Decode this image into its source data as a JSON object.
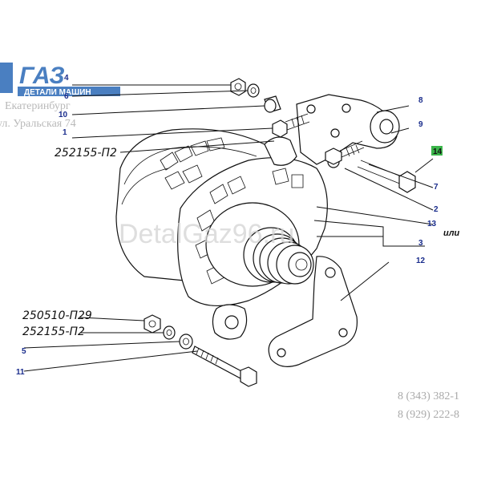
{
  "logo": {
    "brand": "ГАЗ",
    "tagline": "ДЕТАЛИ МАШИН",
    "color": "#4a7fc1"
  },
  "watermark": {
    "city": "Екатеринбург",
    "street": "ул. Уральская 74",
    "site": "DetalGaz96.ru",
    "phone1": "8 (343) 382-1",
    "phone2": "8 (929) 222-8"
  },
  "callouts": {
    "n4": "4",
    "n6": "6",
    "n10": "10",
    "n1": "1",
    "n8": "8",
    "n9": "9",
    "n14": "14",
    "n7": "7",
    "n2": "2",
    "n13": "13",
    "n3": "3",
    "n12": "12",
    "n5": "5",
    "n11": "11"
  },
  "codes": {
    "washer_top": "252155-П2",
    "nut_bottom": "250510-П29",
    "washer_bottom": "252155-П2"
  },
  "alt_label": "или",
  "highlight_color": "#3bb54a"
}
